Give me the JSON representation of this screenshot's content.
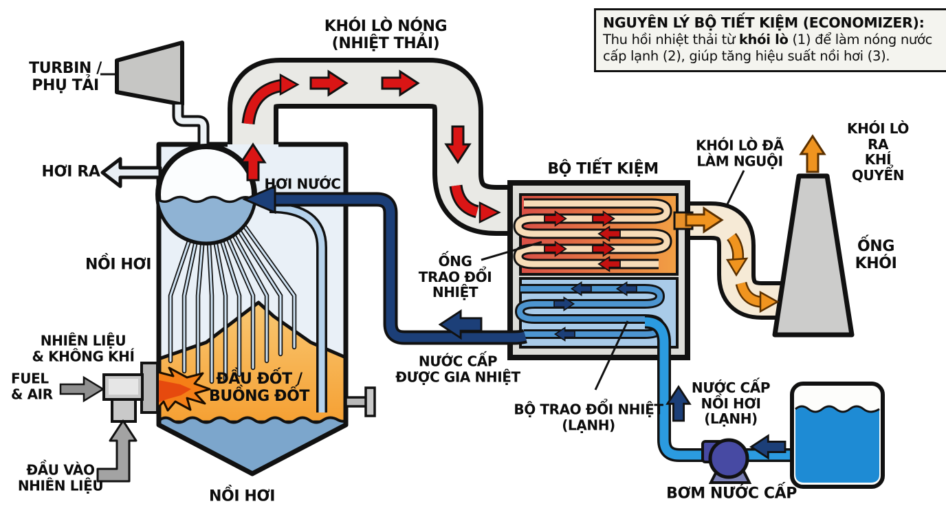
{
  "info_box": {
    "title": "NGUYÊN LÝ BỘ TIẾT KIỆM (ECONOMIZER):",
    "body_part1": "Thu hồi nhiệt thải từ ",
    "body_bold": "khói lò",
    "body_part2": " (1) để làm nóng nước cấp lạnh (2), giúp tăng hiệu suất nồi hơi (3)."
  },
  "labels": {
    "turbine": "TURBIN /\nPHỤ TẢI",
    "steam_out": "HƠI RA",
    "steam_water": "HƠI NƯỚC",
    "boiler_left": "NỒI HƠI",
    "boiler_bottom": "NỒI HƠI",
    "hot_flue_gas": "KHÓI LÒ NÓNG\n(NHIỆT THẢI)",
    "economizer": "BỘ TIẾT KIỆM",
    "heat_exchange_tube": "ỐNG\nTRAO ĐỔI\nNHIỆT",
    "heated_feedwater": "NƯỚC CẤP\nĐƯỢC GIA NHIỆT",
    "cooled_flue_gas": "KHÓI LÒ ĐÃ\nLÀM NGUỘI",
    "flue_to_atmosphere": "KHÓI LÒ RA\nKHÍ QUYỂN",
    "chimney": "ỐNG KHÓI",
    "cold_heat_exchanger": "BỘ TRAO ĐỔI NHIỆT\n(LẠNH)",
    "cold_feedwater": "NƯỚC CẤP\nNỒI HƠI\n(LẠNH)",
    "feedwater_pump": "BƠM NƯỚC CẤP",
    "fuel_air_vn": "NHIÊN LIỆU\n& KHÔNG KHÍ",
    "fuel_air_en": "FUEL\n& AIR",
    "fuel_inlet": "ĐẦU VÀO\nNHIÊN LIỆU",
    "burner_chamber": "ĐẦU ĐỐT /\nBUỒNG ĐỐT"
  },
  "colors": {
    "hot_arrow_red": "#da1515",
    "flue_duct_gray": "#e9e9e5",
    "cooled_duct_cream": "#f6ead6",
    "orange_arrow": "#f0941f",
    "navy_pipe": "#1c3f78",
    "cold_pipe_blue": "#2b9be0",
    "tank_water_blue": "#1e8bd4",
    "pump_blue": "#474aa3",
    "furnace_orange": "#f5a033",
    "boiler_water": "#7ca6cc",
    "metal_gray": "#c6c6c4"
  }
}
